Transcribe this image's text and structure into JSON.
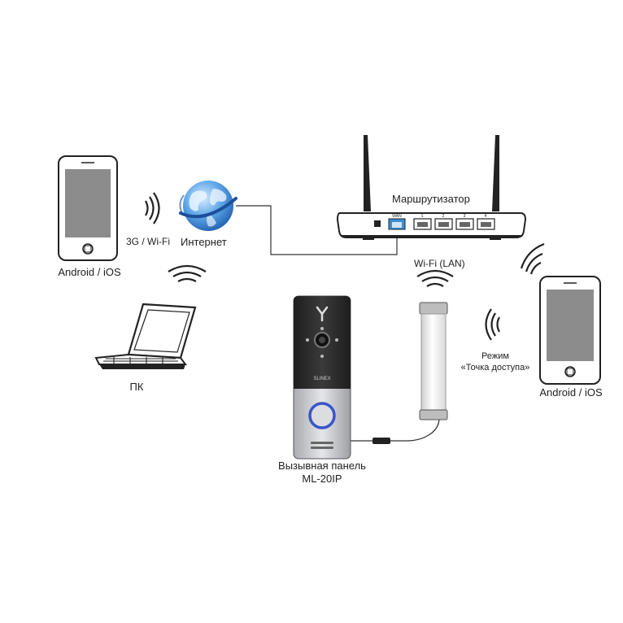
{
  "labels": {
    "phone_left": "Android / iOS",
    "link_3g": "3G / Wi-Fi",
    "internet": "Интернет",
    "router": "Маршрутизатор",
    "wifi_lan": "Wi-Fi (LAN)",
    "pc": "ПК",
    "panel_line1": "Вызывная панель",
    "panel_line2": "ML-20IP",
    "mode_line1": "Режим",
    "mode_line2": "«Точка доступа»",
    "phone_right": "Android / iOS"
  },
  "router_ports": {
    "wan": "WAN",
    "lan": [
      "1",
      "2",
      "3",
      "4"
    ]
  },
  "panel_brand": "SLINEX",
  "colors": {
    "line": "#222222",
    "screen": "#8c8c8c",
    "panel_dark": "#2a2a2a",
    "panel_silver": "#c9cbcf",
    "call_ring": "#3a55c8",
    "globe": "#3d86d6",
    "wan_port": "#3a8fd6"
  }
}
